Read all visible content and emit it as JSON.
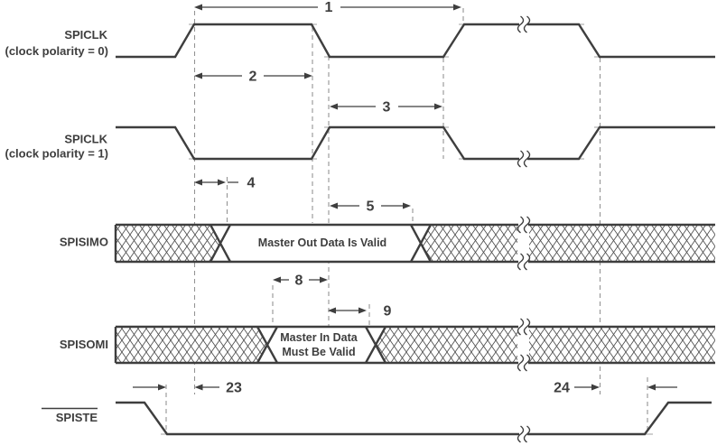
{
  "diagram": {
    "type": "spi-timing-diagram",
    "background": "#ffffff"
  },
  "colors": {
    "waveform_line": "#3e3e3e",
    "dimension_line": "#3e3e3e",
    "dashed_guide": "#949494",
    "tick_mark": "#b4b4b4",
    "hatch_line": "#4a4a4a",
    "text": "#3e3e3e",
    "valid_region_background": "#ffffff"
  },
  "signals": {
    "spiclk_pol0": {
      "label": "SPICLK",
      "sublabel": "(clock polarity = 0)"
    },
    "spiclk_pol1": {
      "label": "SPICLK",
      "sublabel": "(clock polarity = 1)"
    },
    "spisimo": {
      "label": "SPISIMO",
      "valid_text": "Master Out Data Is Valid"
    },
    "spisomi": {
      "label": "SPISOMI",
      "valid_text_line1": "Master In Data",
      "valid_text_line2": "Must Be Valid"
    },
    "spiste": {
      "label": "SPISTE",
      "active_low": true
    }
  },
  "timing_marks": {
    "m1": "1",
    "m2": "2",
    "m3": "3",
    "m4": "4",
    "m5": "5",
    "m8": "8",
    "m9": "9",
    "m23": "23",
    "m24": "24"
  }
}
